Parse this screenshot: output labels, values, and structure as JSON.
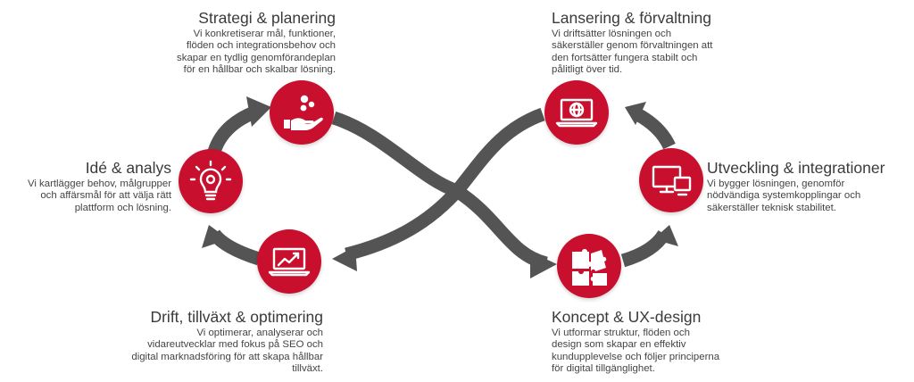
{
  "colors": {
    "accent": "#c8102e",
    "arrow": "#545454",
    "heading": "#3a3a3a",
    "body": "#444444"
  },
  "steps": [
    {
      "title": "Strategi & planering",
      "lines": [
        "Vi konkretiserar mål, funktioner,",
        "flöden och integrationsbehov och",
        "skapar en tydlig genomförandeplan",
        "för en hållbar och skalbar lösning."
      ],
      "icon": "hand-with-bubbles-icon"
    },
    {
      "title": "Idé & analys",
      "lines": [
        "Vi kartlägger behov, målgrupper",
        "och affärsmål för att välja rätt",
        "plattform och lösning."
      ],
      "icon": "lightbulb-gear-icon"
    },
    {
      "title": "Drift, tillväxt & optimering",
      "lines": [
        "Vi optimerar, analyserar och",
        "vidareutvecklar med fokus på SEO och",
        "digital marknadsföring för att skapa hållbar",
        "tillväxt."
      ],
      "icon": "laptop-growth-chart-icon"
    },
    {
      "title": "Lansering & förvaltning",
      "lines": [
        "Vi driftsätter lösningen och",
        "säkerställer genom förvaltningen att",
        "den fortsätter fungera stabilt och",
        "pålitligt över tid."
      ],
      "icon": "laptop-globe-icon"
    },
    {
      "title": "Utveckling & integrationer",
      "lines": [
        "Vi bygger lösningen, genomför",
        "nödvändiga systemkopplingar och",
        "säkerställer teknisk stabilitet."
      ],
      "icon": "connected-screens-icon"
    },
    {
      "title": "Koncept & UX-design",
      "lines": [
        "Vi utformar struktur, flöden och",
        "design som skapar en effektiv",
        "kundupplevelse och följer principerna",
        "för digital tillgänglighet."
      ],
      "icon": "puzzle-pieces-icon"
    }
  ]
}
